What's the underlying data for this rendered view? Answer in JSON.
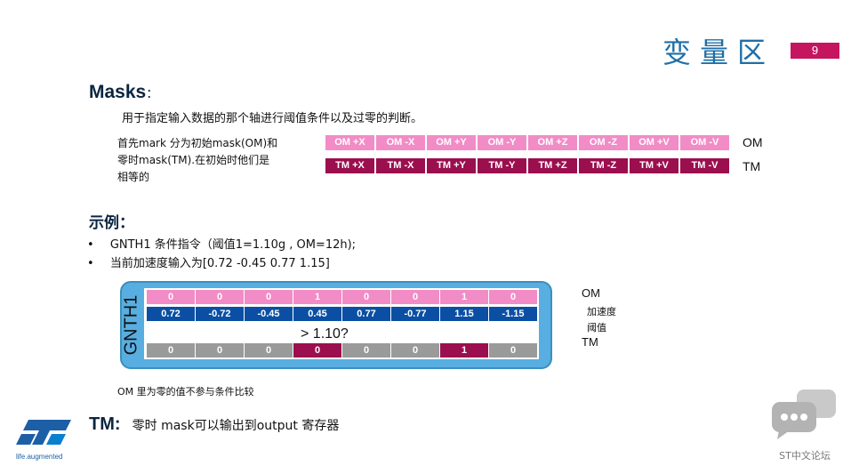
{
  "header": {
    "title_cn": "变量区",
    "page_number": "9"
  },
  "masks": {
    "heading": "Masks",
    "colon": "：",
    "description": "用于指定输入数据的那个轴进行阈值条件以及过零的判断。",
    "intro_line1": "首先mark 分为初始mask(OM)和",
    "intro_line2": "零时mask(TM).在初始时他们是",
    "intro_line3": "相等的",
    "om_cells": [
      "OM +X",
      "OM -X",
      "OM +Y",
      "OM -Y",
      "OM +Z",
      "OM -Z",
      "OM +V",
      "OM -V"
    ],
    "tm_cells": [
      "TM +X",
      "TM -X",
      "TM +Y",
      "TM -Y",
      "TM +Z",
      "TM -Z",
      "TM +V",
      "TM -V"
    ],
    "om_label": "OM",
    "tm_label": "TM",
    "colors": {
      "om": "#f28cc6",
      "tm": "#9b0f4e"
    }
  },
  "example": {
    "heading": "示例：",
    "bullet1": "GNTH1 条件指令（阈值1=1.10g , OM=12h);",
    "bullet2": "当前加速度输入为[0.72  -0.45  0.77  1.15]",
    "vertical_label": "GNTH1",
    "row_om": [
      "0",
      "0",
      "0",
      "1",
      "0",
      "0",
      "1",
      "0"
    ],
    "row_acc": [
      "0.72",
      "-0.72",
      "-0.45",
      "0.45",
      "0.77",
      "-0.77",
      "1.15",
      "-1.15"
    ],
    "row_tm": [
      "0",
      "0",
      "0",
      "0",
      "0",
      "0",
      "1",
      "0"
    ],
    "compare_text": "> 1.10?",
    "side_om": "OM",
    "side_acc": "加速度",
    "side_thr": "阈值",
    "side_tm": "TM",
    "note": "OM 里为零的值不参与条件比较",
    "colors": {
      "outer": "#58aee0",
      "acc": "#0a4fa3",
      "gray": "#9a9a9a"
    }
  },
  "tm_note": {
    "label": "TM:",
    "text": "零时 mask可以输出到output 寄存器"
  },
  "footer": {
    "logo_tagline": "life.augmented",
    "logo_text": "ST",
    "forum": "ST中文论坛"
  }
}
